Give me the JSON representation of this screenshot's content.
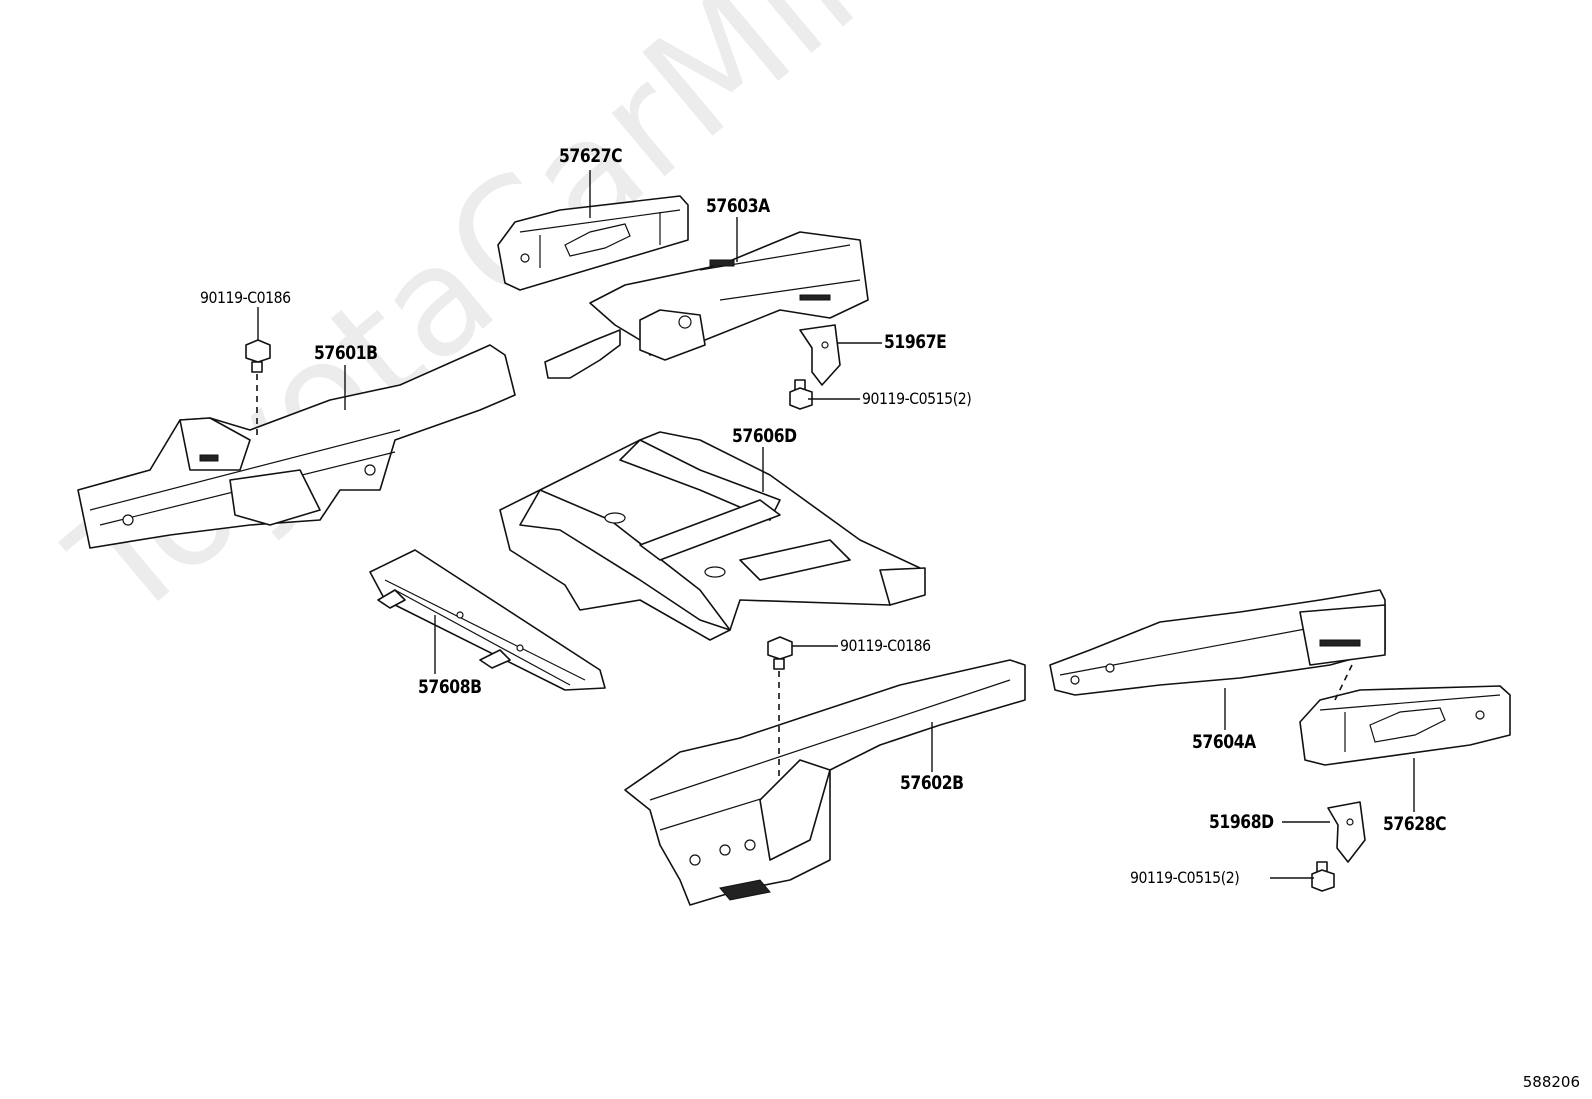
{
  "watermark": "ToyotaCarMine.ru",
  "figure_id": "588206",
  "callouts": {
    "p57627C": "57627C",
    "p57603A": "57603A",
    "p90119_C0186_top": "90119-C0186",
    "p57601B": "57601B",
    "p51967E": "51967E",
    "p90119_C0515_top": "90119-C0515(2)",
    "p57606D": "57606D",
    "p90119_C0186_mid": "90119-C0186",
    "p57608B": "57608B",
    "p57602B": "57602B",
    "p57604A": "57604A",
    "p51968D": "51968D",
    "p57628C": "57628C",
    "p90119_C0515_bottom": "90119-C0515(2)"
  }
}
